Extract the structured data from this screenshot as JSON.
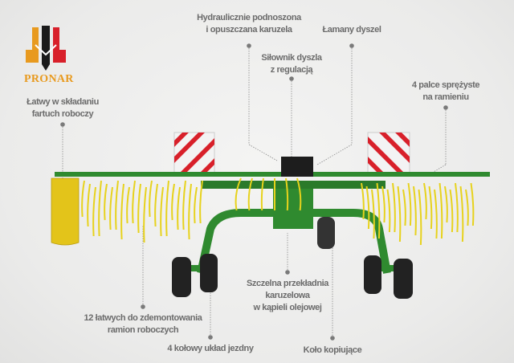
{
  "brand": {
    "name": "PRONAR",
    "colors": {
      "orange": "#e89a1f",
      "black": "#1a1a1a",
      "red": "#d8202a"
    }
  },
  "machine_colors": {
    "frame": "#2f8a2f",
    "tines": "#e7d21c",
    "tires": "#222222"
  },
  "callouts": [
    {
      "id": "carousel-lift",
      "lines": [
        "Hydraulicznie podnoszona",
        "i opuszczana karuzela"
      ]
    },
    {
      "id": "drawbar",
      "lines": [
        "Łamany dyszel"
      ]
    },
    {
      "id": "drawbar-cylinder",
      "lines": [
        "Siłownik dyszla",
        "z regulacją"
      ]
    },
    {
      "id": "spring-tines",
      "lines": [
        "4 palce sprężyste",
        "na ramieniu"
      ]
    },
    {
      "id": "apron",
      "lines": [
        "Łatwy w składaniu",
        "fartuch roboczy"
      ]
    },
    {
      "id": "gearbox",
      "lines": [
        "Szczelna przekładnia",
        "karuzelowa",
        "w kąpieli olejowej"
      ]
    },
    {
      "id": "arms",
      "lines": [
        "12 łatwych do zdemontowania",
        "ramion roboczych"
      ]
    },
    {
      "id": "chassis",
      "lines": [
        "4 kołowy układ jezdny"
      ]
    },
    {
      "id": "copy-wheel",
      "lines": [
        "Koło kopiujące"
      ]
    }
  ]
}
